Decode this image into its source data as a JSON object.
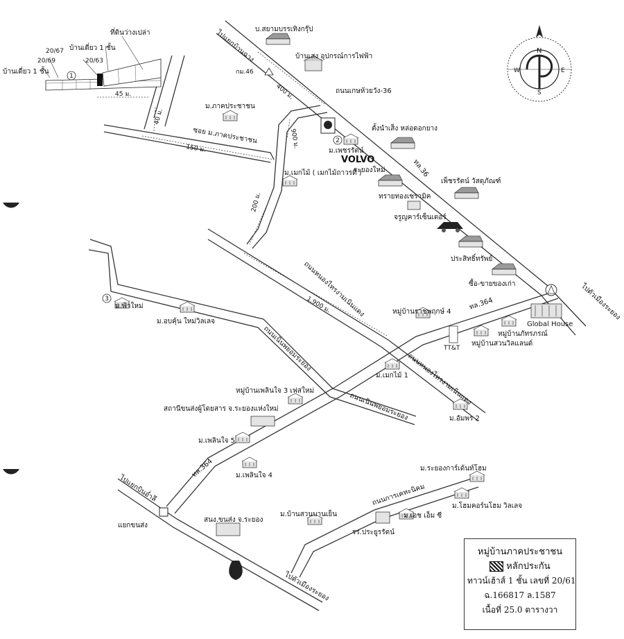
{
  "roads": {
    "to_ban_chang": "ไปแยกบ้านฉาง",
    "thanon_ban_huay_wang": "ถนนเกษห้วยวัง-36",
    "soi_phak_prachachon": "ซอย ม.ภาคประชาชน",
    "hwy36": "ทล.36",
    "hwy364_east": "ทล.364",
    "hwy364_south": "ทล.364",
    "to_rayong_city": "ไปตัวเมืองระยอง",
    "nong_rong_road_1": "ถนนหนองไทรงามเนินแดง",
    "nong_rong_road_2": "ถนนหนองไทรงามเนินแดง",
    "noen_pho_road_1": "ถนนเนินพยอมระยอง",
    "noen_pho_road_2": "ถนนเนินพยอมระยอง",
    "to_u_tapao": "ไปแยกบินอ่ำลี",
    "to_rayong_south": "ไปตัวเมืองระยอง",
    "taka_road": "ถนนการเคหะนิคม"
  },
  "inset": {
    "marker_1": "1",
    "house_single_a": "บ้านเดี่ยว 1 ชั้น",
    "house_single_b": "บ้านเดี่ยว 1 ชั้น",
    "empty_land": "ที่ดินว่างเปล่า",
    "plot_20_69": "20/69",
    "plot_20_67": "20/67",
    "plot_20_63": "20/63",
    "dist_45": "45 ม.",
    "dist_40": "40 ม."
  },
  "distances": {
    "d150": "150 ม.",
    "d400": "400 ม.",
    "d900": "900 ม.",
    "d200": "200 ม.",
    "d1900": "1,900 ม."
  },
  "places": {
    "siam_group": "บ.สยามบรรเทิงกรุ๊ป",
    "electric_shop": "บ้านเสง อุปกรณ์การไฟฟ้า",
    "km46": "กม.46",
    "m_phak_prachachon": "ม.ภาคประชาชน",
    "marker_2": "2",
    "m_phetcharat": "ม.เพชรรัตน์",
    "volvo": "VOLVO",
    "rubber_factory": "ตั้งนำเส็ง หล่อดอกยาง",
    "rayong_mai": "ระยองใหม่",
    "m_mek_mai": "ม.เมกไม้ ( เมกไม้ถาวรดี )",
    "phet_ceramic": "เพ็ชรรัตน์ วัสดุภัณฑ์",
    "sai_thong_ceramic": "ทรายทองเซรามิค",
    "car_center": "จรูญคาร์เซ็นเตอร์",
    "prasit_sap": "ประสิทธิ์ทรัพย์",
    "used_goods": "ซื้อ-ขายของเก่า",
    "marker_3": "3",
    "m_fa_mai": "ม.ฟ้าใหม่",
    "m_kanchana_village": "ม.อบคุ้น ใหม่วิลเลจ",
    "ban_ratchaphruk": "หมู่บ้านราชพฤกษ์ 4",
    "global_house": "Global House",
    "ban_phatthara": "หมู่บ้านภัทรภรณ์",
    "ban_suan_villa": "หมู่บ้านสวนวิลแลนด์",
    "tt": "TT&T",
    "m_mek_mai_1": "ม.เมกไม้ 1",
    "m_amphon_2": "ม.อัมพร 2",
    "ban_phoenlin_3": "หมู่บ้านเพลินใจ 3 เฟสใหม่",
    "elderly_station": "สถานีขนส่งผู้โดยสาร จ.ระยองแห่งใหม่",
    "m_phoenlin_5": "ม.เพลินใจ 5",
    "m_phoenlin_4": "ม.เพลินใจ 4",
    "m_rayong_garden": "ม.ระยองการ์เด้นท์โฮม",
    "m_baan_suan": "ม.บ้านสวนบานเย็น",
    "m_eh_em": "ม.เอช เอ็ม ซี",
    "m_home_villa": "ม.โฮมคอร์นโฮม วิลเลจ",
    "junction_kon_song": "แยกขนส่ง",
    "bus_station": "สนง.ขนส่ง จ.ระยอง",
    "prayurat_school": "รร.ประยูรรัตน์"
  },
  "compass": {
    "n": "N",
    "s": "S",
    "e": "E",
    "w": "W"
  },
  "legend": {
    "title": "หมู่บ้านภาคประชาชน",
    "collateral_label": "หลักประกัน",
    "house_desc": "ทาวน์เฮ้าส์ 1 ชั้น เลขที่ 20/61",
    "deed": "ฉ.166817 ล.1587",
    "area": "เนื้อที่ 25.0 ตารางวา"
  }
}
